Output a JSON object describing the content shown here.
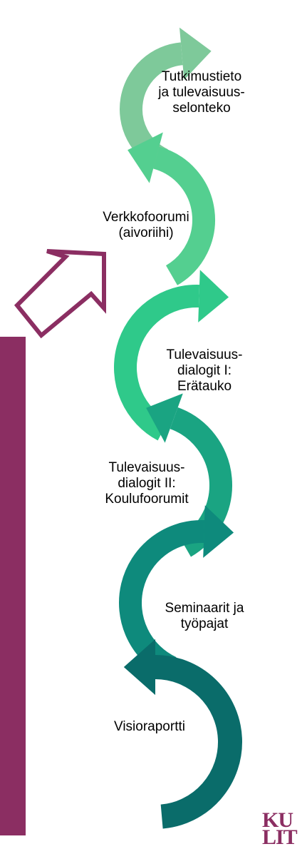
{
  "steps": [
    {
      "lines": [
        "Tutkimustieto",
        "ja tulevaisuus-",
        "selonteko"
      ],
      "color": "#7ec99a"
    },
    {
      "lines": [
        "Verkkofoorumi",
        "(aivoriihi)"
      ],
      "color": "#54cf90"
    },
    {
      "lines": [
        "Tulevaisuus-",
        "dialogit I:",
        "Erätauko"
      ],
      "color": "#2fc98a"
    },
    {
      "lines": [
        "Tulevaisuus-",
        "dialogit II:",
        "Koulufoorumit"
      ],
      "color": "#1aa482"
    },
    {
      "lines": [
        "Seminaarit ja",
        "työpajat"
      ],
      "color": "#0e8a7c"
    },
    {
      "lines": [
        "Visioraportti"
      ],
      "color": "#0a6c6a"
    }
  ],
  "colors": {
    "accent": "#8b2e62",
    "background": "#ffffff"
  },
  "logo": {
    "text": "KU\nLIT"
  }
}
